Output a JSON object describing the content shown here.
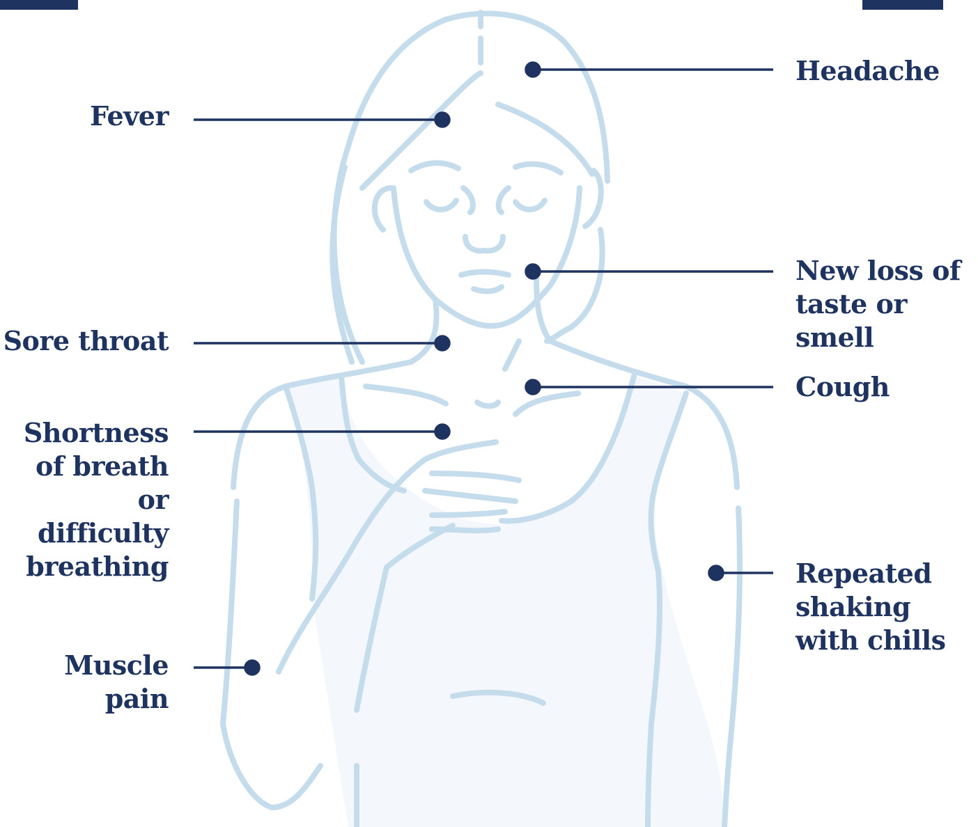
{
  "colors": {
    "accent": "#1e3360",
    "figure_stroke": "#c5dcec",
    "figure_fill": "#f4f8fc",
    "background": "#ffffff"
  },
  "symptoms": {
    "fever": "Fever",
    "sore_throat": "Sore throat",
    "shortness_of_breath": "Shortness\nof breath or\ndifficulty\nbreathing",
    "muscle_pain": "Muscle\npain",
    "headache": "Headache",
    "loss_of_taste_smell": "New loss of\ntaste or smell",
    "cough": "Cough",
    "chills": "Repeated\nshaking\nwith chills"
  }
}
